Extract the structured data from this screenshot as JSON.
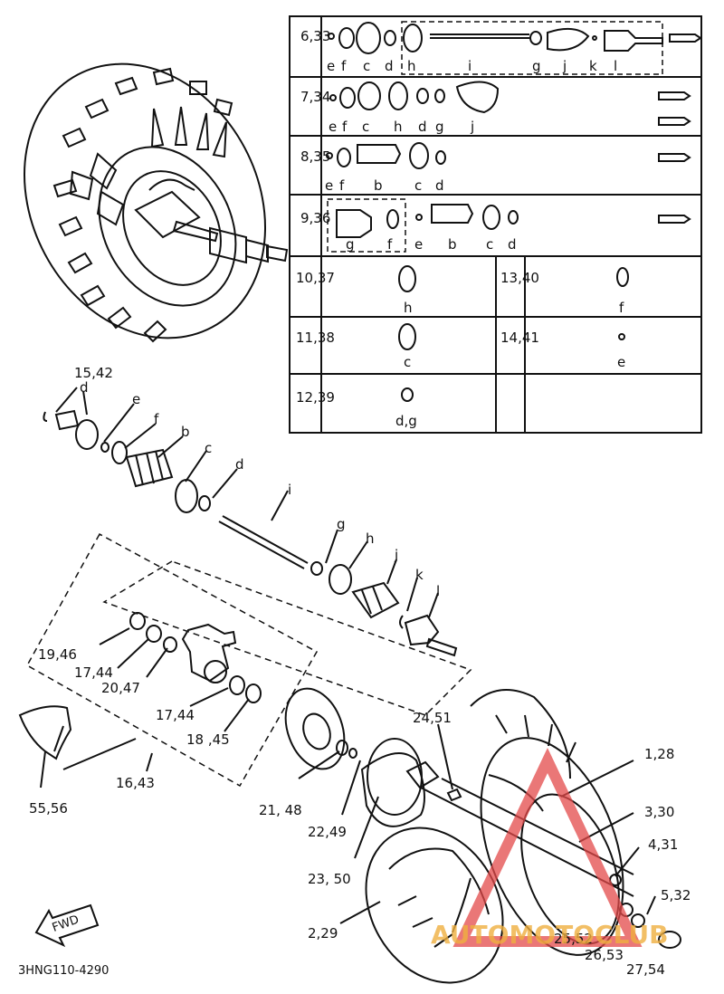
{
  "diagram_code": "3HNG110-4290",
  "fwd_label": "FWD",
  "watermark": {
    "text": "AUTOMOTOCLUB",
    "color": "#e34a4a"
  },
  "table": {
    "rows": [
      {
        "key": "6,33",
        "parts": [
          "e",
          "f",
          "c",
          "d",
          "h",
          "i",
          "g",
          "j",
          "k",
          "l"
        ]
      },
      {
        "key": "7,34",
        "parts": [
          "e",
          "f",
          "c",
          "h",
          "d",
          "g",
          "j"
        ]
      },
      {
        "key": "8,35",
        "parts": [
          "e",
          "f",
          "b",
          "c",
          "d"
        ]
      },
      {
        "key": "9,36",
        "parts": [
          "g",
          "f",
          "e",
          "b",
          "c",
          "d"
        ]
      },
      {
        "key_left": "10,37",
        "left_part": "h",
        "key_right": "13,40",
        "right_part": "f"
      },
      {
        "key_left": "11,38",
        "left_part": "c",
        "key_right": "14,41",
        "right_part": "e"
      },
      {
        "key_left": "12,39",
        "left_part": "d,g"
      }
    ]
  },
  "callouts": {
    "c15_42": "15,42",
    "d1": "d",
    "e1": "e",
    "f1": "f",
    "b1": "b",
    "c1": "c",
    "d2": "d",
    "i1": "i",
    "g1": "g",
    "h1": "h",
    "j1": "j",
    "k1": "k",
    "l1": "l",
    "c19_46": "19,46",
    "c17_44a": "17,44",
    "c20_47": "20,47",
    "c17_44b": "17,44",
    "c18_45": "18 ,45",
    "c16_43": "16,43",
    "c55_56": "55,56",
    "c24_51": "24,51",
    "c1_28": "1,28",
    "c3_30": "3,30",
    "c4_31": "4,31",
    "c5_32": "5,32",
    "c21_48": "21, 48",
    "c22_49": "22,49",
    "c23_50": "23, 50",
    "c2_29": "2,29",
    "c25_52": "25,52",
    "c26_53": "26,53",
    "c27_54": "27,54"
  }
}
